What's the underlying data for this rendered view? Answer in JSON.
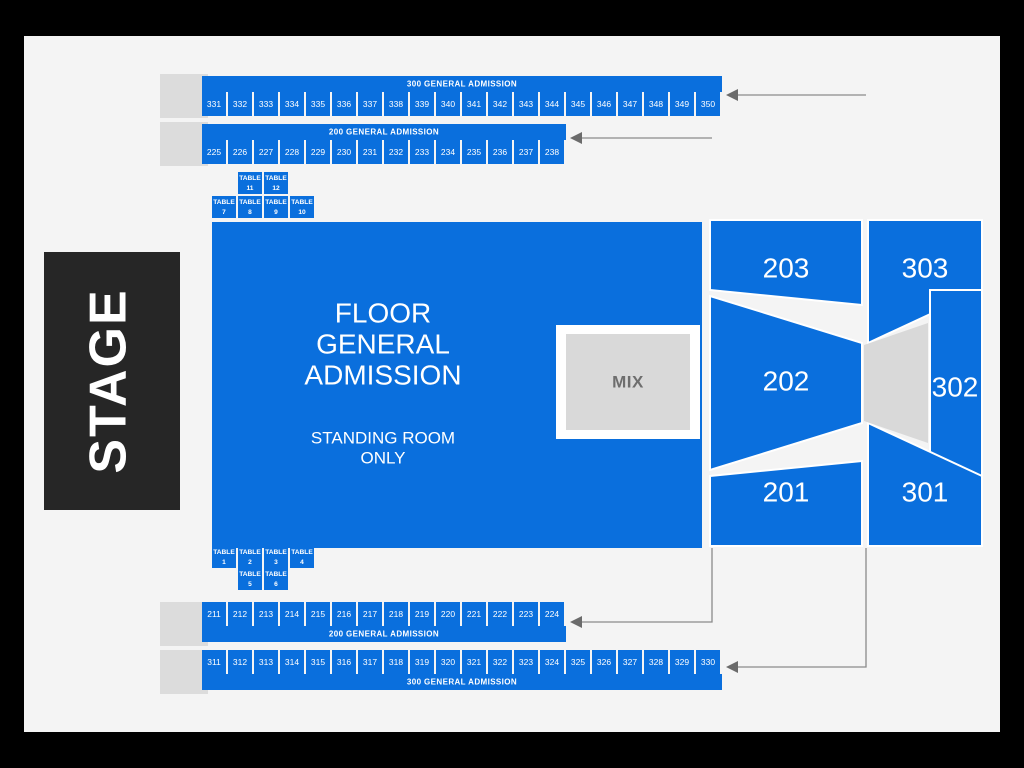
{
  "venue_map": {
    "stage_label": "STAGE",
    "floor": {
      "line1": "FLOOR",
      "line2": "GENERAL",
      "line3": "ADMISSION",
      "note1": "STANDING ROOM",
      "note2": "ONLY"
    },
    "mix_label": "MIX",
    "banners": {
      "ga_300": "300 GENERAL ADMISSION",
      "ga_200": "200 GENERAL ADMISSION"
    },
    "rows": {
      "top_300": [
        "331",
        "332",
        "333",
        "334",
        "335",
        "336",
        "337",
        "338",
        "339",
        "340",
        "341",
        "342",
        "343",
        "344",
        "345",
        "346",
        "347",
        "348",
        "349",
        "350"
      ],
      "top_200": [
        "225",
        "226",
        "227",
        "228",
        "229",
        "230",
        "231",
        "232",
        "233",
        "234",
        "235",
        "236",
        "237",
        "238"
      ],
      "bottom_200": [
        "211",
        "212",
        "213",
        "214",
        "215",
        "216",
        "217",
        "218",
        "219",
        "220",
        "221",
        "222",
        "223",
        "224"
      ],
      "bottom_300": [
        "311",
        "312",
        "313",
        "314",
        "315",
        "316",
        "317",
        "318",
        "319",
        "320",
        "321",
        "322",
        "323",
        "324",
        "325",
        "326",
        "327",
        "328",
        "329",
        "330"
      ]
    },
    "tables_top_upper": [
      "TABLE 11",
      "TABLE 12"
    ],
    "tables_top_lower": [
      "TABLE 7",
      "TABLE 8",
      "TABLE 9",
      "TABLE 10"
    ],
    "tables_bottom_upper": [
      "TABLE 1",
      "TABLE 2",
      "TABLE 3",
      "TABLE 4"
    ],
    "tables_bottom_lower": [
      "TABLE 5",
      "TABLE 6"
    ],
    "right_sections": {
      "s203": "203",
      "s303": "303",
      "s202": "202",
      "s302": "302",
      "s201": "201",
      "s301": "301"
    },
    "colors": {
      "section_blue": "#0a6fdd",
      "stage_dark": "#262626",
      "placeholder_gray": "#dcdcdc",
      "mix_gray": "#d9d9d9",
      "page_background": "#f4f4f4",
      "label_white": "#ffffff",
      "arrow_gray": "#8a8a8a"
    }
  }
}
